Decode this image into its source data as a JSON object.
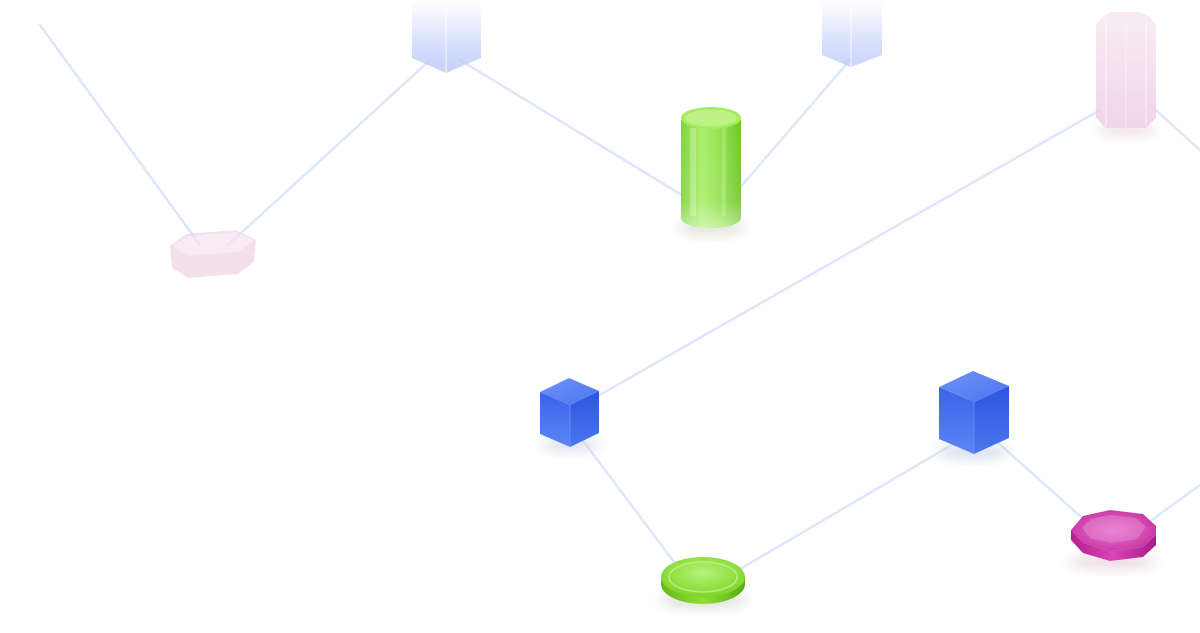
{
  "illustration": {
    "style": "isometric glossy 3D shapes connected by light blue lines on white background",
    "colors": {
      "background": "#ffffff",
      "connector": "#dbe6fb",
      "cube_blue": "#3f6ff0",
      "cylinder_green": "#8fe04a",
      "disc_green": "#78d21e",
      "octagon_magenta": "#c7259c",
      "faded_blue": "#aebff7",
      "faded_pink": "#e9bfd9"
    },
    "shapes": [
      {
        "name": "faded-hexagon-prism-top-left",
        "kind": "hexagonal-prism",
        "tone": "faded_blue"
      },
      {
        "name": "faded-hexagon-prism-top-center",
        "kind": "hexagonal-prism",
        "tone": "faded_blue"
      },
      {
        "name": "faded-octagon-prism-top-right",
        "kind": "octagonal-prism",
        "tone": "faded_pink"
      },
      {
        "name": "faded-octagon-disc-left",
        "kind": "octagonal-disc",
        "tone": "faded_pink"
      },
      {
        "name": "green-cylinder",
        "kind": "cylinder",
        "tone": "cylinder_green"
      },
      {
        "name": "blue-cube-left",
        "kind": "cube",
        "tone": "cube_blue"
      },
      {
        "name": "blue-cube-right",
        "kind": "cube",
        "tone": "cube_blue"
      },
      {
        "name": "green-disc",
        "kind": "disc",
        "tone": "disc_green"
      },
      {
        "name": "magenta-octagon-disc",
        "kind": "octagonal-disc",
        "tone": "octagon_magenta"
      }
    ]
  }
}
